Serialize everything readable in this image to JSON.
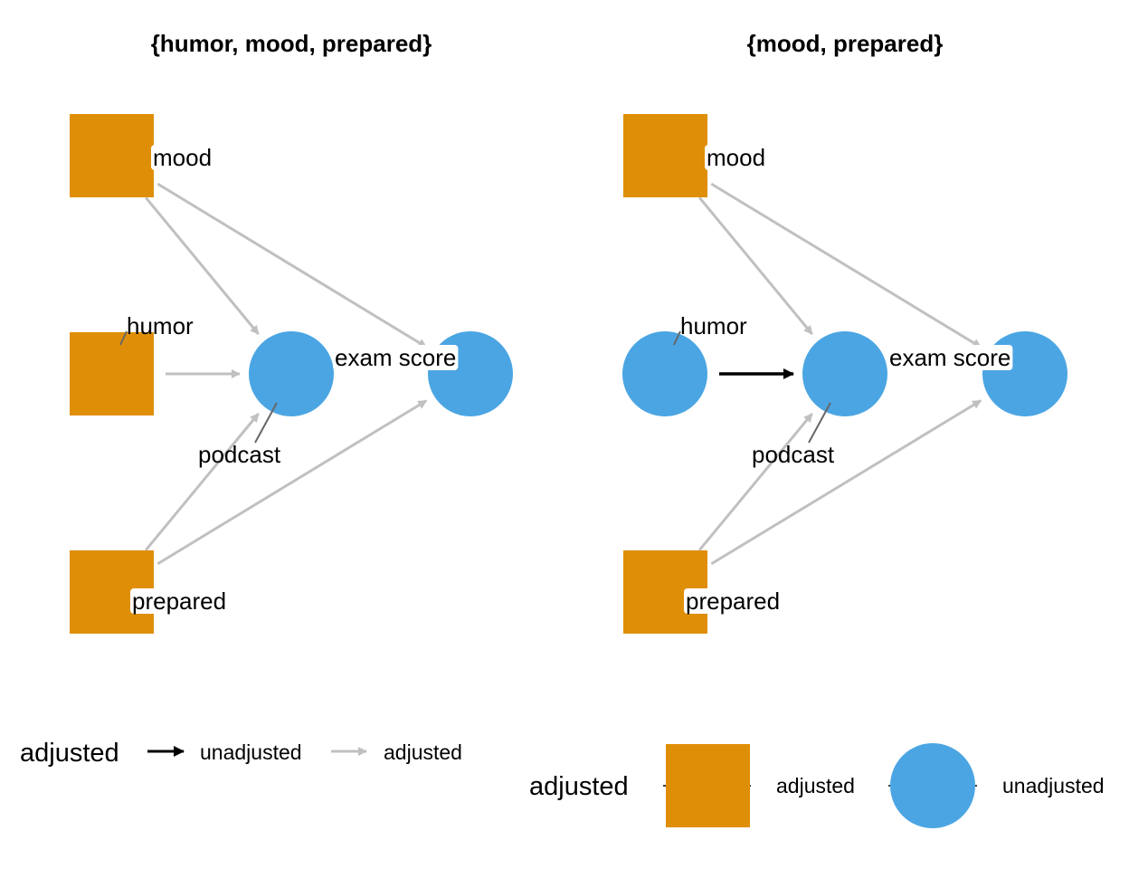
{
  "colors": {
    "adjusted": "#DF8F07",
    "unadjusted": "#4BA5E3",
    "edge_adjusted": "#C0C0C0",
    "edge_unadjusted": "#000000",
    "leader": "#666666"
  },
  "panels": [
    {
      "title": "{humor, mood, prepared}",
      "nodes": [
        {
          "id": "mood",
          "label": "mood",
          "status": "adjusted"
        },
        {
          "id": "humor",
          "label": "humor",
          "status": "adjusted"
        },
        {
          "id": "prepared",
          "label": "prepared",
          "status": "adjusted"
        },
        {
          "id": "podcast",
          "label": "podcast",
          "status": "unadjusted"
        },
        {
          "id": "exam",
          "label": "exam score",
          "status": "unadjusted"
        }
      ],
      "edges": [
        {
          "from": "mood",
          "to": "podcast",
          "status": "adjusted"
        },
        {
          "from": "mood",
          "to": "exam",
          "status": "adjusted"
        },
        {
          "from": "humor",
          "to": "podcast",
          "status": "adjusted"
        },
        {
          "from": "prepared",
          "to": "podcast",
          "status": "adjusted"
        },
        {
          "from": "prepared",
          "to": "exam",
          "status": "adjusted"
        }
      ]
    },
    {
      "title": "{mood, prepared}",
      "nodes": [
        {
          "id": "mood",
          "label": "mood",
          "status": "adjusted"
        },
        {
          "id": "humor",
          "label": "humor",
          "status": "unadjusted"
        },
        {
          "id": "prepared",
          "label": "prepared",
          "status": "adjusted"
        },
        {
          "id": "podcast",
          "label": "podcast",
          "status": "unadjusted"
        },
        {
          "id": "exam",
          "label": "exam score",
          "status": "unadjusted"
        }
      ],
      "edges": [
        {
          "from": "mood",
          "to": "podcast",
          "status": "adjusted"
        },
        {
          "from": "mood",
          "to": "exam",
          "status": "adjusted"
        },
        {
          "from": "humor",
          "to": "podcast",
          "status": "unadjusted"
        },
        {
          "from": "prepared",
          "to": "podcast",
          "status": "adjusted"
        },
        {
          "from": "prepared",
          "to": "exam",
          "status": "adjusted"
        }
      ]
    }
  ],
  "legend_edges": {
    "title": "adjusted",
    "items": [
      {
        "label": "unadjusted",
        "status": "unadjusted"
      },
      {
        "label": "adjusted",
        "status": "adjusted"
      }
    ]
  },
  "legend_nodes": {
    "title": "adjusted",
    "items": [
      {
        "label": "adjusted",
        "shape": "square",
        "status": "adjusted"
      },
      {
        "label": "unadjusted",
        "shape": "circle",
        "status": "unadjusted"
      }
    ]
  }
}
